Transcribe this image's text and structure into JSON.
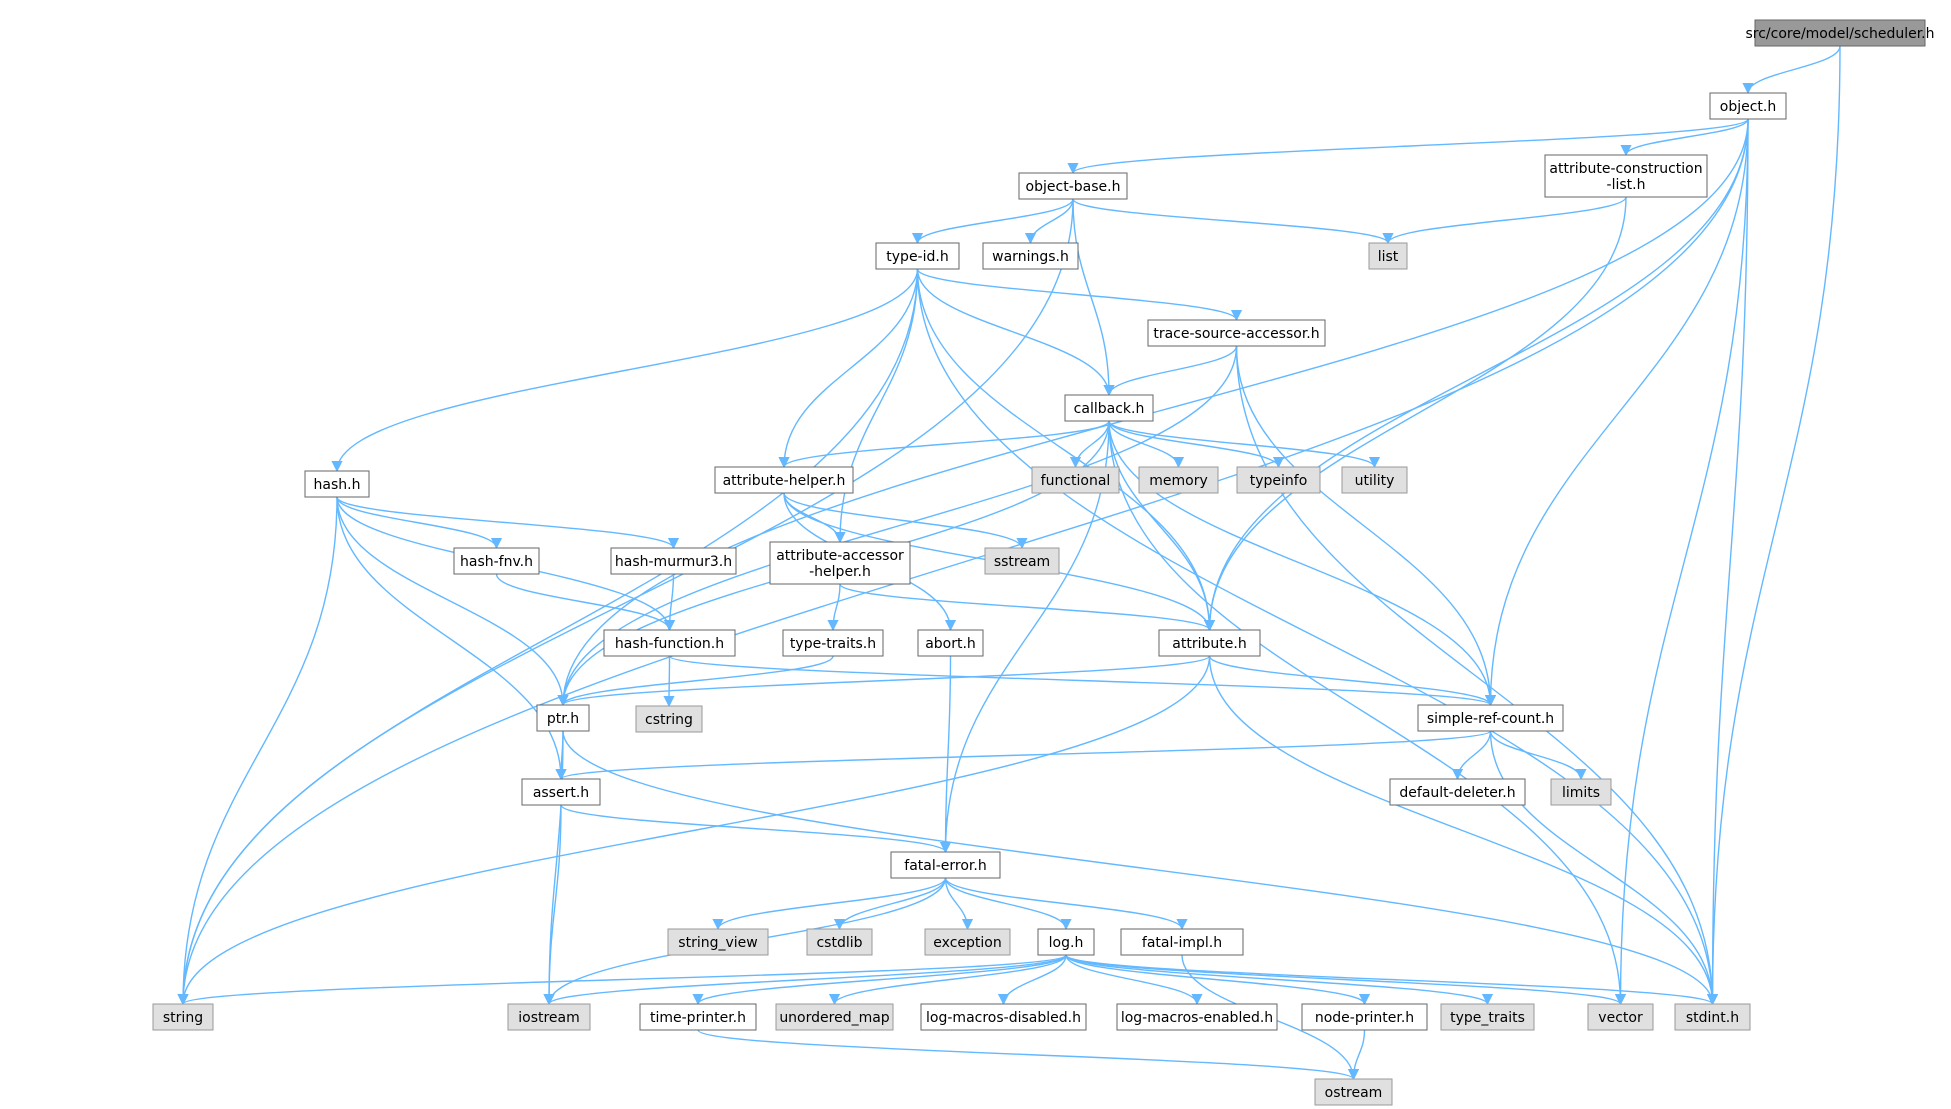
{
  "colors": {
    "edge": "#63b8ff",
    "root_fill": "#999999",
    "header_fill": "#ffffff",
    "header_border": "#666666",
    "system_fill": "#e0e0e0",
    "system_border": "#999999",
    "text": "#000000"
  },
  "nodes": [
    {
      "id": "scheduler",
      "label": "src/core/model/scheduler.h",
      "kind": "root"
    },
    {
      "id": "object",
      "label": "object.h",
      "kind": "header"
    },
    {
      "id": "object_base",
      "label": "object-base.h",
      "kind": "header"
    },
    {
      "id": "attr_constr",
      "label": [
        "attribute-construction",
        "-list.h"
      ],
      "kind": "header"
    },
    {
      "id": "list",
      "label": "list",
      "kind": "system"
    },
    {
      "id": "type_id",
      "label": "type-id.h",
      "kind": "header"
    },
    {
      "id": "warnings",
      "label": "warnings.h",
      "kind": "header"
    },
    {
      "id": "tsa",
      "label": "trace-source-accessor.h",
      "kind": "header"
    },
    {
      "id": "callback",
      "label": "callback.h",
      "kind": "header"
    },
    {
      "id": "hash",
      "label": "hash.h",
      "kind": "header"
    },
    {
      "id": "attr_helper",
      "label": "attribute-helper.h",
      "kind": "header"
    },
    {
      "id": "functional",
      "label": "functional",
      "kind": "system"
    },
    {
      "id": "memory",
      "label": "memory",
      "kind": "system"
    },
    {
      "id": "typeinfo",
      "label": "typeinfo",
      "kind": "system"
    },
    {
      "id": "utility",
      "label": "utility",
      "kind": "system"
    },
    {
      "id": "hash_fnv",
      "label": "hash-fnv.h",
      "kind": "header"
    },
    {
      "id": "hash_murmur3",
      "label": "hash-murmur3.h",
      "kind": "header"
    },
    {
      "id": "attr_acc",
      "label": [
        "attribute-accessor",
        "-helper.h"
      ],
      "kind": "header"
    },
    {
      "id": "sstream",
      "label": "sstream",
      "kind": "system"
    },
    {
      "id": "hash_function",
      "label": "hash-function.h",
      "kind": "header"
    },
    {
      "id": "type_traits_h",
      "label": "type-traits.h",
      "kind": "header"
    },
    {
      "id": "abort",
      "label": "abort.h",
      "kind": "header"
    },
    {
      "id": "attribute",
      "label": "attribute.h",
      "kind": "header"
    },
    {
      "id": "cstring",
      "label": "cstring",
      "kind": "system"
    },
    {
      "id": "ptr",
      "label": "ptr.h",
      "kind": "header"
    },
    {
      "id": "srefcount",
      "label": "simple-ref-count.h",
      "kind": "header"
    },
    {
      "id": "assert",
      "label": "assert.h",
      "kind": "header"
    },
    {
      "id": "default_deleter",
      "label": "default-deleter.h",
      "kind": "header"
    },
    {
      "id": "limits",
      "label": "limits",
      "kind": "system"
    },
    {
      "id": "fatal_error",
      "label": "fatal-error.h",
      "kind": "header"
    },
    {
      "id": "string_view",
      "label": "string_view",
      "kind": "system"
    },
    {
      "id": "cstdlib",
      "label": "cstdlib",
      "kind": "system"
    },
    {
      "id": "exception",
      "label": "exception",
      "kind": "system"
    },
    {
      "id": "log",
      "label": "log.h",
      "kind": "header"
    },
    {
      "id": "fatal_impl",
      "label": "fatal-impl.h",
      "kind": "header"
    },
    {
      "id": "string",
      "label": "string",
      "kind": "system"
    },
    {
      "id": "iostream",
      "label": "iostream",
      "kind": "system"
    },
    {
      "id": "time_printer",
      "label": "time-printer.h",
      "kind": "header"
    },
    {
      "id": "unordered_map",
      "label": "unordered_map",
      "kind": "system"
    },
    {
      "id": "log_disabled",
      "label": "log-macros-disabled.h",
      "kind": "header"
    },
    {
      "id": "log_enabled",
      "label": "log-macros-enabled.h",
      "kind": "header"
    },
    {
      "id": "node_printer",
      "label": "node-printer.h",
      "kind": "header"
    },
    {
      "id": "type_traits",
      "label": "type_traits",
      "kind": "system"
    },
    {
      "id": "vector",
      "label": "vector",
      "kind": "system"
    },
    {
      "id": "stdint",
      "label": "stdint.h",
      "kind": "system"
    },
    {
      "id": "ostream",
      "label": "ostream",
      "kind": "system"
    }
  ],
  "edges": [
    [
      "scheduler",
      "object"
    ],
    [
      "scheduler",
      "stdint"
    ],
    [
      "object",
      "object_base"
    ],
    [
      "object",
      "attr_constr"
    ],
    [
      "object",
      "attribute"
    ],
    [
      "object",
      "ptr"
    ],
    [
      "object",
      "srefcount"
    ],
    [
      "object",
      "string"
    ],
    [
      "object",
      "vector"
    ],
    [
      "object",
      "stdint"
    ],
    [
      "object_base",
      "type_id"
    ],
    [
      "object_base",
      "warnings"
    ],
    [
      "object_base",
      "callback"
    ],
    [
      "object_base",
      "list"
    ],
    [
      "object_base",
      "string"
    ],
    [
      "attr_constr",
      "list"
    ],
    [
      "attr_constr",
      "attribute"
    ],
    [
      "type_id",
      "tsa"
    ],
    [
      "type_id",
      "callback"
    ],
    [
      "type_id",
      "hash"
    ],
    [
      "type_id",
      "attr_helper"
    ],
    [
      "type_id",
      "attr_acc"
    ],
    [
      "type_id",
      "attribute"
    ],
    [
      "type_id",
      "string"
    ],
    [
      "type_id",
      "stdint"
    ],
    [
      "tsa",
      "callback"
    ],
    [
      "tsa",
      "ptr"
    ],
    [
      "tsa",
      "srefcount"
    ],
    [
      "tsa",
      "stdint"
    ],
    [
      "callback",
      "attr_helper"
    ],
    [
      "callback",
      "functional"
    ],
    [
      "callback",
      "memory"
    ],
    [
      "callback",
      "typeinfo"
    ],
    [
      "callback",
      "utility"
    ],
    [
      "callback",
      "attribute"
    ],
    [
      "callback",
      "srefcount"
    ],
    [
      "callback",
      "ptr"
    ],
    [
      "callback",
      "fatal_error"
    ],
    [
      "callback",
      "vector"
    ],
    [
      "hash",
      "hash_fnv"
    ],
    [
      "hash",
      "hash_murmur3"
    ],
    [
      "hash",
      "hash_function"
    ],
    [
      "hash",
      "ptr"
    ],
    [
      "hash",
      "assert"
    ],
    [
      "hash",
      "string"
    ],
    [
      "attr_helper",
      "attr_acc"
    ],
    [
      "attr_helper",
      "sstream"
    ],
    [
      "attr_helper",
      "abort"
    ],
    [
      "attr_helper",
      "attribute"
    ],
    [
      "hash_fnv",
      "hash_function"
    ],
    [
      "hash_murmur3",
      "hash_function"
    ],
    [
      "attr_acc",
      "type_traits_h"
    ],
    [
      "attr_acc",
      "attribute"
    ],
    [
      "hash_function",
      "cstring"
    ],
    [
      "hash_function",
      "srefcount"
    ],
    [
      "type_traits_h",
      "ptr"
    ],
    [
      "abort",
      "fatal_error"
    ],
    [
      "attribute",
      "ptr"
    ],
    [
      "attribute",
      "srefcount"
    ],
    [
      "attribute",
      "string"
    ],
    [
      "attribute",
      "stdint"
    ],
    [
      "ptr",
      "assert"
    ],
    [
      "ptr",
      "iostream"
    ],
    [
      "ptr",
      "stdint"
    ],
    [
      "srefcount",
      "assert"
    ],
    [
      "srefcount",
      "default_deleter"
    ],
    [
      "srefcount",
      "limits"
    ],
    [
      "srefcount",
      "stdint"
    ],
    [
      "assert",
      "fatal_error"
    ],
    [
      "assert",
      "iostream"
    ],
    [
      "fatal_error",
      "string_view"
    ],
    [
      "fatal_error",
      "cstdlib"
    ],
    [
      "fatal_error",
      "exception"
    ],
    [
      "fatal_error",
      "log"
    ],
    [
      "fatal_error",
      "fatal_impl"
    ],
    [
      "fatal_error",
      "iostream"
    ],
    [
      "fatal_impl",
      "ostream"
    ],
    [
      "log",
      "string"
    ],
    [
      "log",
      "iostream"
    ],
    [
      "log",
      "time_printer"
    ],
    [
      "log",
      "unordered_map"
    ],
    [
      "log",
      "log_disabled"
    ],
    [
      "log",
      "log_enabled"
    ],
    [
      "log",
      "node_printer"
    ],
    [
      "log",
      "type_traits"
    ],
    [
      "log",
      "vector"
    ],
    [
      "log",
      "stdint"
    ],
    [
      "time_printer",
      "ostream"
    ],
    [
      "node_printer",
      "ostream"
    ]
  ]
}
